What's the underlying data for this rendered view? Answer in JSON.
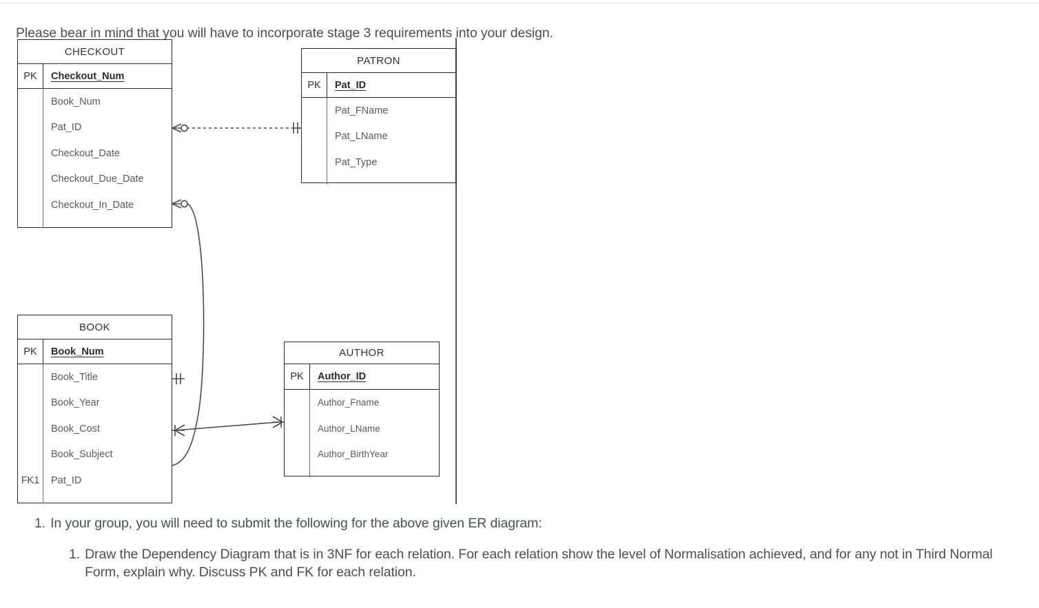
{
  "document": {
    "intro_text": "Please bear in mind that you will have to incorporate stage 3 requirements into your design.",
    "list": [
      {
        "marker": "1.",
        "text": "In your group, you will need to submit the following for the above given ER diagram:"
      },
      {
        "marker": "1.",
        "text": "Draw the Dependency Diagram that is in 3NF for each relation. For each relation show the level of Normalisation achieved, and for any not in Third Normal Form, explain why. Discuss PK and FK for each relation."
      }
    ]
  },
  "colors": {
    "text": "#4a4f55",
    "entity_border": "#2b2b2b",
    "attribute_text": "#5a5a5a",
    "connector": "#4a4a4a",
    "divider": "#e0e0e0"
  },
  "er_diagram": {
    "entities": [
      {
        "name": "CHECKOUT",
        "pk_label": "PK",
        "pk_attribute": "Checkout_Num",
        "attributes": [
          {
            "key": "",
            "name": "Book_Num"
          },
          {
            "key": "",
            "name": "Pat_ID"
          },
          {
            "key": "",
            "name": "Checkout_Date"
          },
          {
            "key": "",
            "name": "Checkout_Due_Date"
          },
          {
            "key": "",
            "name": "Checkout_In_Date"
          }
        ]
      },
      {
        "name": "PATRON",
        "pk_label": "PK",
        "pk_attribute": "Pat_ID",
        "attributes": [
          {
            "key": "",
            "name": "Pat_FName"
          },
          {
            "key": "",
            "name": "Pat_LName"
          },
          {
            "key": "",
            "name": "Pat_Type"
          }
        ]
      },
      {
        "name": "BOOK",
        "pk_label": "PK",
        "pk_attribute": "Book_Num",
        "attributes": [
          {
            "key": "",
            "name": "Book_Title"
          },
          {
            "key": "",
            "name": "Book_Year"
          },
          {
            "key": "",
            "name": "Book_Cost"
          },
          {
            "key": "",
            "name": "Book_Subject"
          },
          {
            "key": "FK1",
            "name": "Pat_ID"
          }
        ]
      },
      {
        "name": "AUTHOR",
        "pk_label": "PK",
        "pk_attribute": "Author_ID",
        "attributes": [
          {
            "key": "",
            "name": "Author_Fname"
          },
          {
            "key": "",
            "name": "Author_LName"
          },
          {
            "key": "",
            "name": "Author_BirthYear"
          }
        ]
      }
    ],
    "relationships": [
      {
        "from": "CHECKOUT",
        "to": "PATRON",
        "line_style": "dashed",
        "from_cardinality": "zero-or-many",
        "to_cardinality": "one-and-only-one"
      },
      {
        "from": "CHECKOUT",
        "to": "BOOK",
        "line_style": "solid-curved",
        "from_cardinality": "zero-or-many",
        "to_cardinality": "one-and-only-one"
      },
      {
        "from": "BOOK",
        "to": "AUTHOR",
        "line_style": "solid",
        "from_cardinality": "one-or-many",
        "to_cardinality": "one-or-many"
      }
    ]
  }
}
